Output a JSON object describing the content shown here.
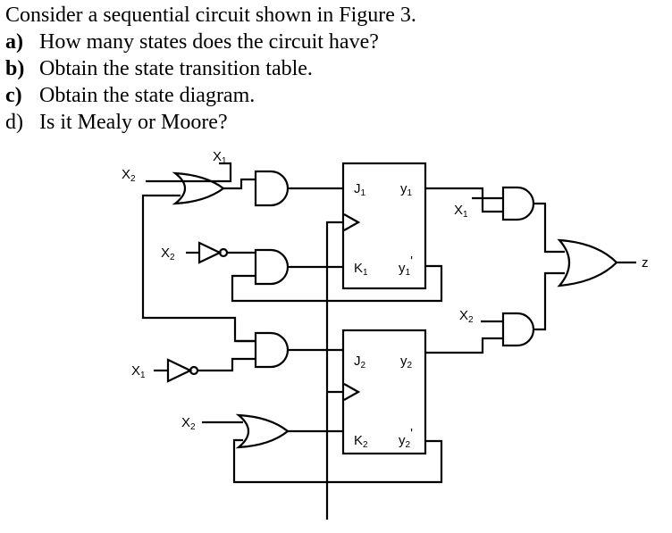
{
  "question": {
    "intro": "Consider a sequential circuit shown in Figure 3.",
    "parts": [
      {
        "letter": "a)",
        "text": "How many states does the circuit have?"
      },
      {
        "letter": "b)",
        "text": "Obtain the state transition table."
      },
      {
        "letter": "c)",
        "text": "Obtain the state diagram."
      },
      {
        "letter": "d)",
        "text": "Is it Mealy or Moore?"
      }
    ]
  },
  "circuit": {
    "x_var": "X",
    "sub1": "1",
    "sub2": "2",
    "j_label": "J",
    "k_label": "K",
    "y_label": "y",
    "prime": "'",
    "output_label": "z"
  }
}
